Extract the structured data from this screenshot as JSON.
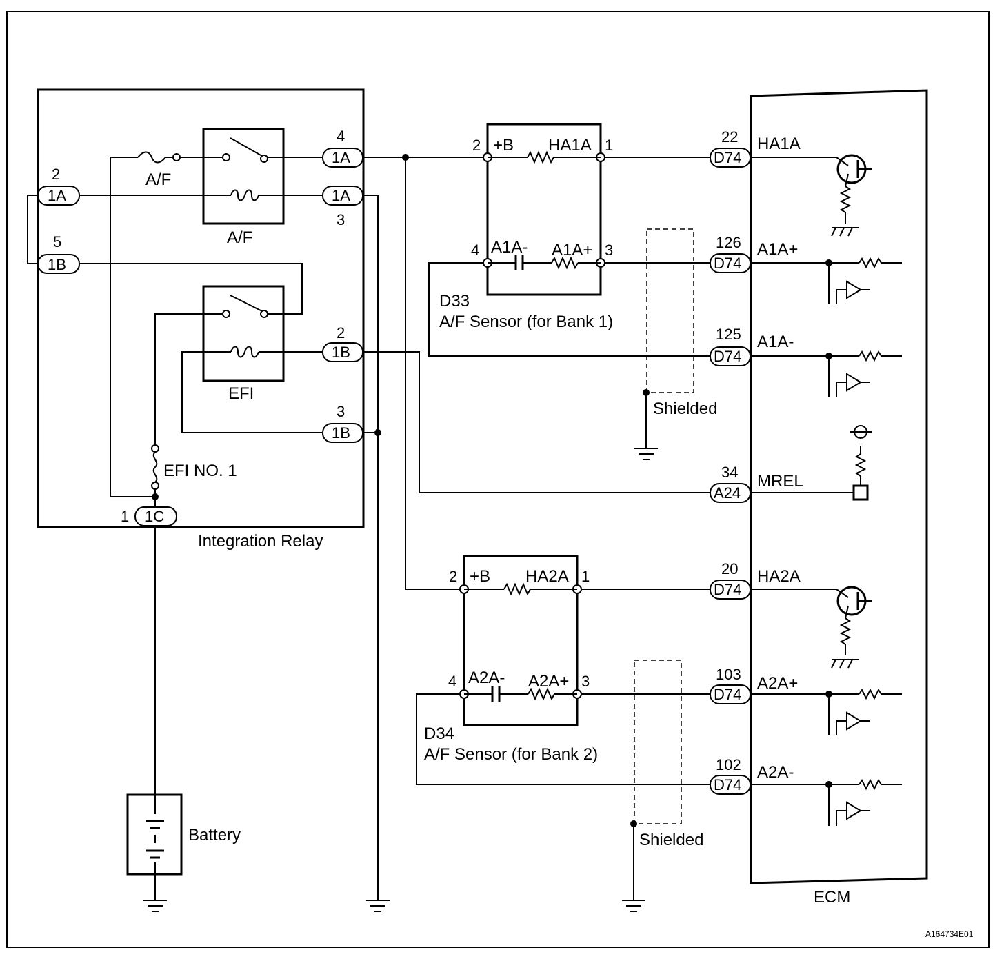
{
  "integration_relay": {
    "label": "Integration Relay",
    "af_fuse": "A/F",
    "af_relay": "A/F",
    "efi_relay": "EFI",
    "efi_fuse": "EFI NO. 1",
    "terminals": [
      {
        "pin": "4",
        "conn": "1A"
      },
      {
        "pin": "2",
        "conn": "1A"
      },
      {
        "pin": "3",
        "conn": "1A"
      },
      {
        "pin": "5",
        "conn": "1B"
      },
      {
        "pin": "2",
        "conn": "1B"
      },
      {
        "pin": "3",
        "conn": "1B"
      },
      {
        "pin": "1",
        "conn": "1C"
      }
    ]
  },
  "sensor1": {
    "id": "D33",
    "name": "A/F Sensor (for Bank 1)",
    "pin_b": "2",
    "b_label": "+B",
    "heater_label": "HA1A",
    "pin_heater": "1",
    "pin_minus": "4",
    "minus_label": "A1A-",
    "plus_label": "A1A+",
    "pin_plus": "3"
  },
  "sensor2": {
    "id": "D34",
    "name": "A/F Sensor (for Bank 2)",
    "pin_b": "2",
    "b_label": "+B",
    "heater_label": "HA2A",
    "pin_heater": "1",
    "pin_minus": "4",
    "minus_label": "A2A-",
    "plus_label": "A2A+",
    "pin_plus": "3"
  },
  "shield1": "Shielded",
  "shield2": "Shielded",
  "battery": "Battery",
  "ecm": {
    "label": "ECM",
    "terminals": [
      {
        "pin": "22",
        "conn": "D74",
        "signal": "HA1A"
      },
      {
        "pin": "126",
        "conn": "D74",
        "signal": "A1A+"
      },
      {
        "pin": "125",
        "conn": "D74",
        "signal": "A1A-"
      },
      {
        "pin": "34",
        "conn": "A24",
        "signal": "MREL"
      },
      {
        "pin": "20",
        "conn": "D74",
        "signal": "HA2A"
      },
      {
        "pin": "103",
        "conn": "D74",
        "signal": "A2A+"
      },
      {
        "pin": "102",
        "conn": "D74",
        "signal": "A2A-"
      }
    ]
  },
  "figure_id": "A164734E01"
}
